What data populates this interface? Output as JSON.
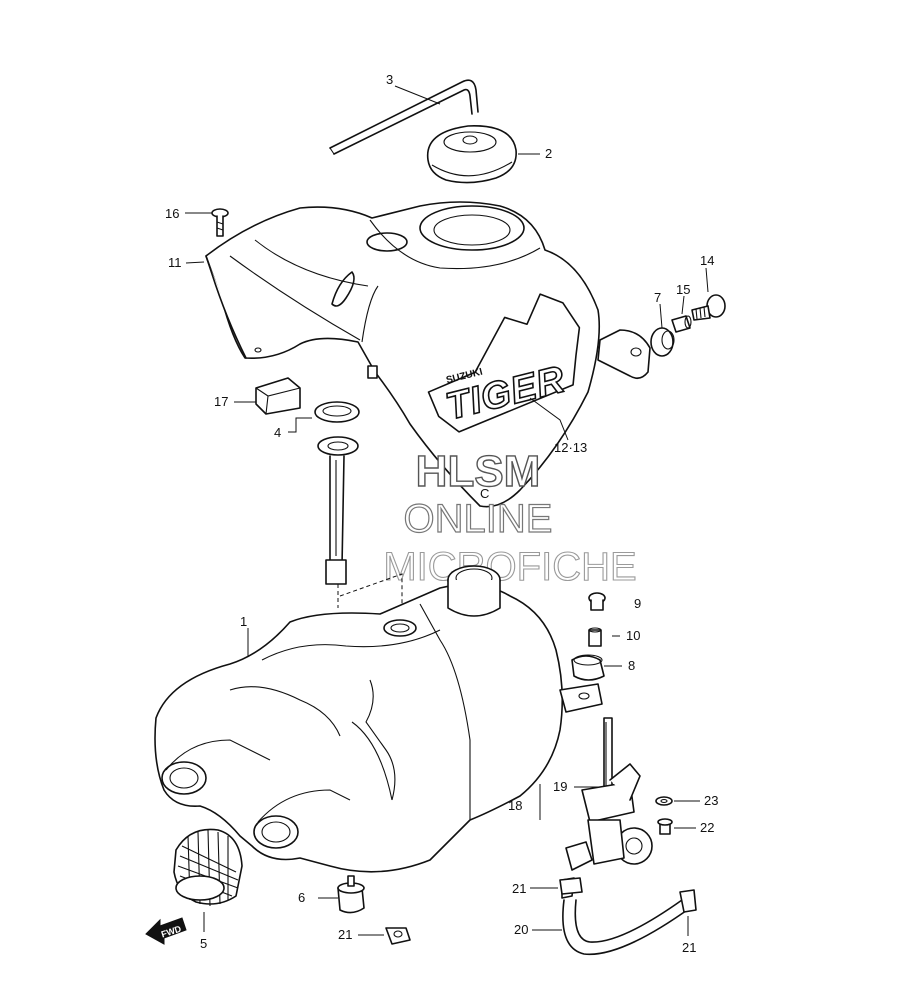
{
  "watermark": {
    "line1": "HLSM",
    "line2": "ONLINE",
    "line3": "MICROFICHE"
  },
  "decal": {
    "brand": "SUZUKI",
    "model": "TIGER"
  },
  "fwd_label": "FWD",
  "c_mark": "C",
  "callouts": {
    "c1": "1",
    "c2": "2",
    "c3": "3",
    "c4": "4",
    "c5": "5",
    "c6": "6",
    "c7": "7",
    "c8": "8",
    "c9": "9",
    "c10": "10",
    "c11": "11",
    "c12_13": "12·13",
    "c14": "14",
    "c15": "15",
    "c16": "16",
    "c17": "17",
    "c18": "18",
    "c19": "19",
    "c20": "20",
    "c21a": "21",
    "c21b": "21",
    "c21c": "21",
    "c22": "22",
    "c23": "23"
  }
}
